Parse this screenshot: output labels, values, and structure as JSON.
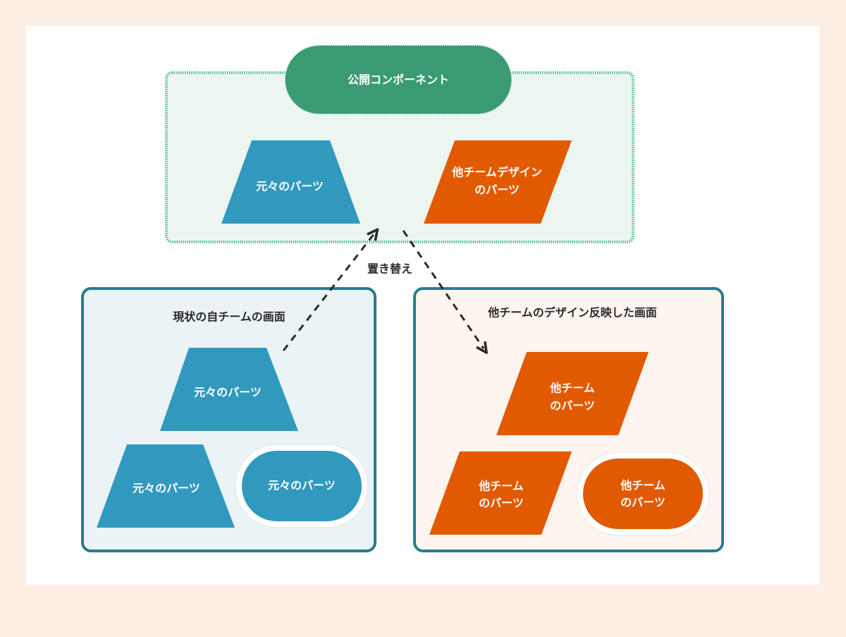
{
  "public_group": {
    "title": "公開コンポーネント",
    "original_part": "元々のパーツ",
    "other_part_line1": "他チームデザイン",
    "other_part_line2": "のパーツ"
  },
  "arrow_label": "置き替え",
  "current_screen": {
    "title": "現状の自チームの画面",
    "part_top": "元々のパーツ",
    "part_bottom_left": "元々のパーツ",
    "part_bottom_right": "元々のパーツ"
  },
  "new_screen": {
    "title": "他チームのデザイン反映した画面",
    "part_top_line1": "他チーム",
    "part_top_line2": "のパーツ",
    "part_bottom_left_line1": "他チーム",
    "part_bottom_left_line2": "のパーツ",
    "part_bottom_right_line1": "他チーム",
    "part_bottom_right_line2": "のパーツ"
  },
  "colors": {
    "teal_green": "#3a9b73",
    "blue": "#3199be",
    "orange": "#e15a00",
    "frame": "#287c90"
  }
}
